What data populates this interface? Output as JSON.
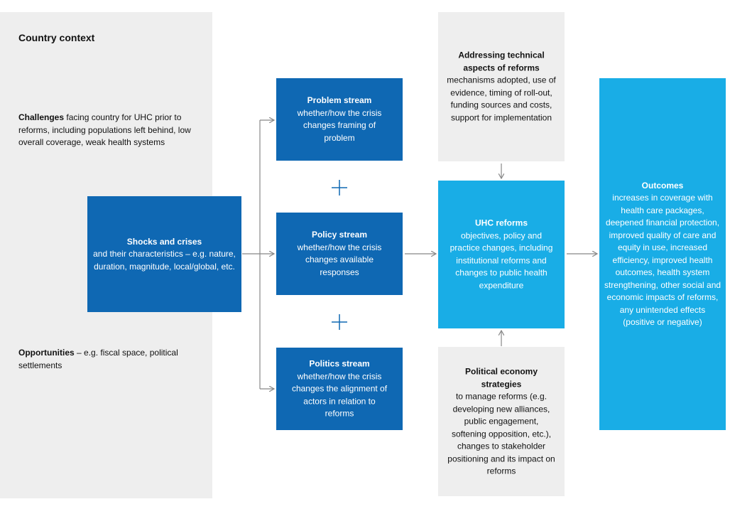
{
  "country_context": {
    "title": "Country context",
    "challenges_lead": "Challenges",
    "challenges_text": " facing country for UHC prior to reforms, including populations left behind, low overall coverage, weak health systems",
    "opportunities_lead": "Opportunities",
    "opportunities_text": " – e.g. fiscal space, political settlements"
  },
  "shocks": {
    "title": "Shocks and crises",
    "body": "and their characteristics – e.g. nature, duration, magnitude, local/global, etc."
  },
  "problem_stream": {
    "title": "Problem stream",
    "body": "whether/how the crisis changes framing of problem"
  },
  "policy_stream": {
    "title": "Policy stream",
    "body": "whether/how the crisis changes available responses"
  },
  "politics_stream": {
    "title": "Politics stream",
    "body": "whether/how the crisis changes the alignment of actors in relation to reforms"
  },
  "technical": {
    "title": "Addressing technical aspects of reforms",
    "body": "mechanisms adopted, use of evidence, timing of roll-out, funding sources and costs, support for implementation"
  },
  "uhc_reforms": {
    "title": "UHC reforms",
    "body": "objectives, policy and practice changes, including institutional reforms and changes to public health expenditure"
  },
  "political_economy": {
    "title": "Political economy strategies",
    "body": "to manage reforms (e.g. developing new alliances, public engagement, softening opposition, etc.), changes to stakeholder positioning and its impact on reforms"
  },
  "outcomes": {
    "title": "Outcomes",
    "body": "increases in coverage with health care packages, deepened financial protection, improved quality of care and equity in use, increased efficiency, improved health outcomes, health system strengthening, other social and economic impacts of reforms, any unintended effects (positive or negative)"
  },
  "colors": {
    "dark_blue": "#0f68b3",
    "light_blue": "#19ade6",
    "panel_gray": "#eeeeee",
    "arrow_gray": "#888888"
  }
}
